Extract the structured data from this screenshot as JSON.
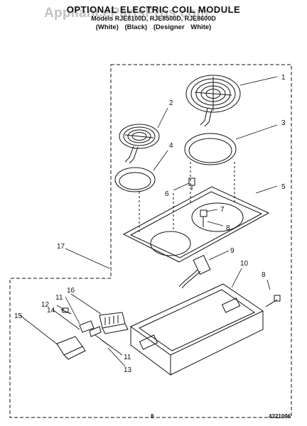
{
  "header": {
    "title": "OPTIONAL ELECTRIC COIL MODULE",
    "models": "Models RJE8100D, RJE8500D, RJE8600D",
    "colors": "(White) (Black) (Designer White)"
  },
  "watermark": "AppliancePartsPros.com",
  "footer": {
    "page_number": "8",
    "document_number": "4321096"
  },
  "callouts": [
    "1",
    "2",
    "3",
    "4",
    "5",
    "6",
    "7",
    "8",
    "9",
    "10",
    "8",
    "11",
    "12",
    "14",
    "15",
    "16",
    "11",
    "13",
    "17"
  ],
  "colors": {
    "line": "#111111",
    "background": "#ffffff"
  }
}
